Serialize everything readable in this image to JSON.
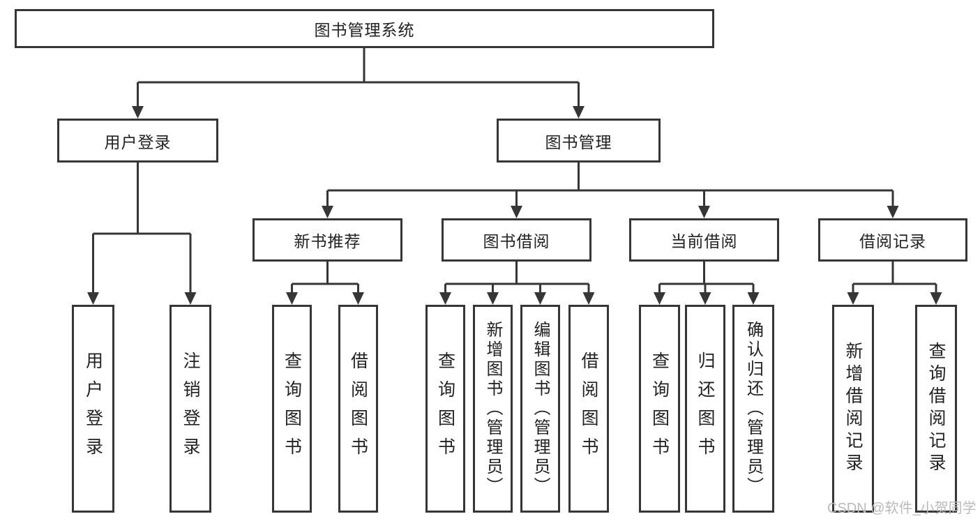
{
  "tree": {
    "label": "图书管理系统",
    "children": [
      {
        "label": "用户登录",
        "children": [
          {
            "label": "用户登录"
          },
          {
            "label": "注销登录"
          }
        ]
      },
      {
        "label": "图书管理",
        "children": [
          {
            "label": "新书推荐",
            "children": [
              {
                "label": "查询图书"
              },
              {
                "label": "借阅图书"
              }
            ]
          },
          {
            "label": "图书借阅",
            "children": [
              {
                "label": "查询图书"
              },
              {
                "label": "新增图书（管理员）"
              },
              {
                "label": "编辑图书（管理员）"
              },
              {
                "label": "借阅图书"
              }
            ]
          },
          {
            "label": "当前借阅",
            "children": [
              {
                "label": "查询图书"
              },
              {
                "label": "归还图书"
              },
              {
                "label": "确认归还（管理员）"
              }
            ]
          },
          {
            "label": "借阅记录",
            "children": [
              {
                "label": "新增借阅记录"
              },
              {
                "label": "查询借阅记录"
              }
            ]
          }
        ]
      }
    ]
  },
  "watermark": {
    "text": "CSDN @软件_小贺同学"
  },
  "colors": {
    "line": "#363636",
    "text": "#222222",
    "watermark": "#b8babc",
    "background": "#ffffff"
  }
}
